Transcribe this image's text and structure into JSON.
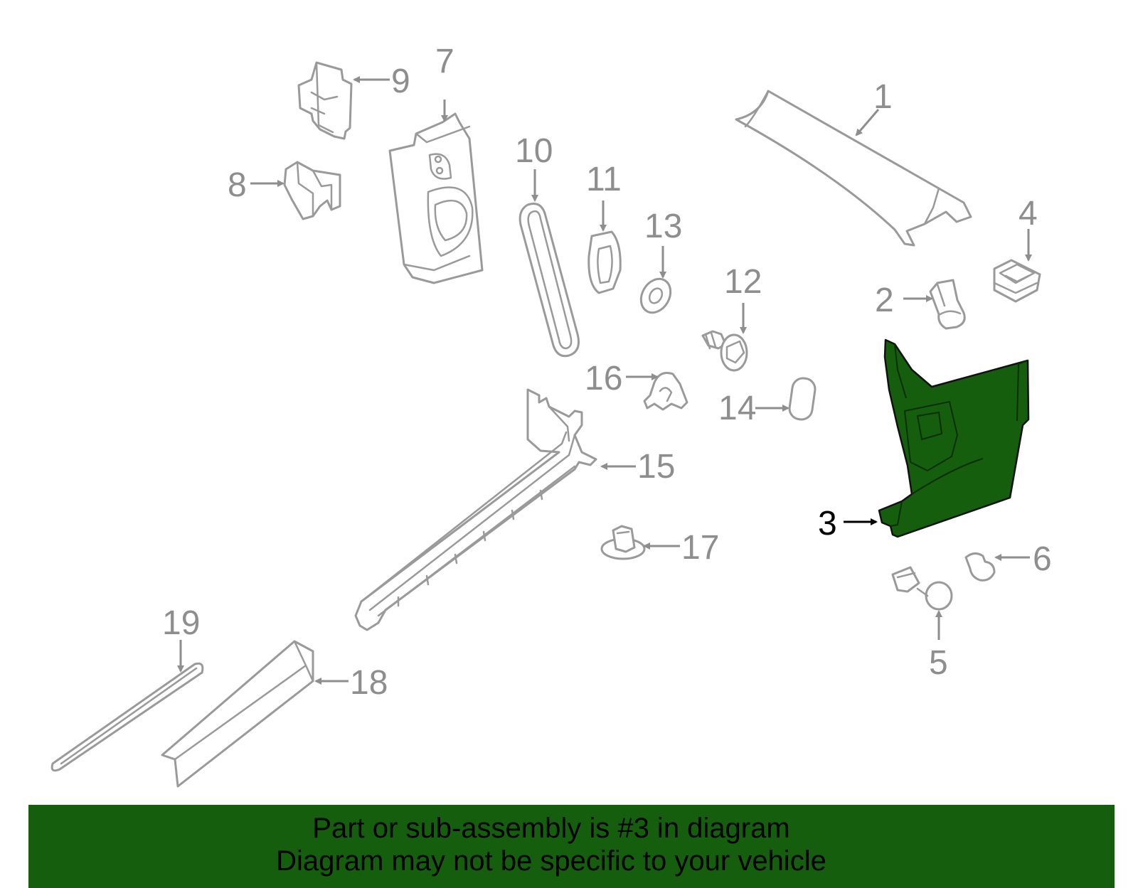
{
  "diagram": {
    "highlight_color": "#155e0e",
    "callouts": {
      "c1": "1",
      "c2": "2",
      "c3": "3",
      "c4": "4",
      "c5": "5",
      "c6": "6",
      "c7": "7",
      "c8": "8",
      "c9": "9",
      "c10": "10",
      "c11": "11",
      "c12": "12",
      "c13": "13",
      "c14": "14",
      "c15": "15",
      "c16": "16",
      "c17": "17",
      "c18": "18",
      "c19": "19"
    },
    "highlighted_part": "3"
  },
  "banner": {
    "line1": "Part or sub-assembly is #3 in diagram",
    "line2": "Diagram may not be specific to your vehicle",
    "background": "#155e0e"
  }
}
